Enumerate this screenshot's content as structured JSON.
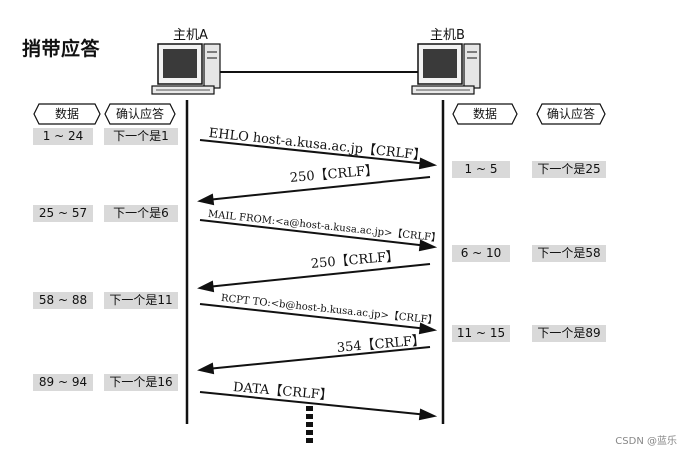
{
  "title": "捎带应答",
  "hosts": {
    "a": "主机A",
    "b": "主机B"
  },
  "headers": {
    "a_data": "数据",
    "a_ack": "确认应答",
    "b_data": "数据",
    "b_ack": "确认应答"
  },
  "host_a_rows": [
    {
      "data": "1 ~ 24",
      "ack": "下一个是1"
    },
    {
      "data": "25 ~ 57",
      "ack": "下一个是6"
    },
    {
      "data": "58 ~ 88",
      "ack": "下一个是11"
    },
    {
      "data": "89 ~ 94",
      "ack": "下一个是16"
    }
  ],
  "host_b_rows": [
    {
      "data": "1 ~ 5",
      "ack": "下一个是25"
    },
    {
      "data": "6 ~ 10",
      "ack": "下一个是58"
    },
    {
      "data": "11 ~ 15",
      "ack": "下一个是89"
    }
  ],
  "messages": [
    "EHLO host-a.kusa.ac.jp【CRLF】",
    "250【CRLF】",
    "MAIL FROM:<a@host-a.kusa.ac.jp>【CRLF】",
    "250【CRLF】",
    "RCPT TO:<b@host-b.kusa.ac.jp>【CRLF】",
    "354【CRLF】",
    "DATA【CRLF】"
  ],
  "watermark": "CSDN @蓝乐"
}
